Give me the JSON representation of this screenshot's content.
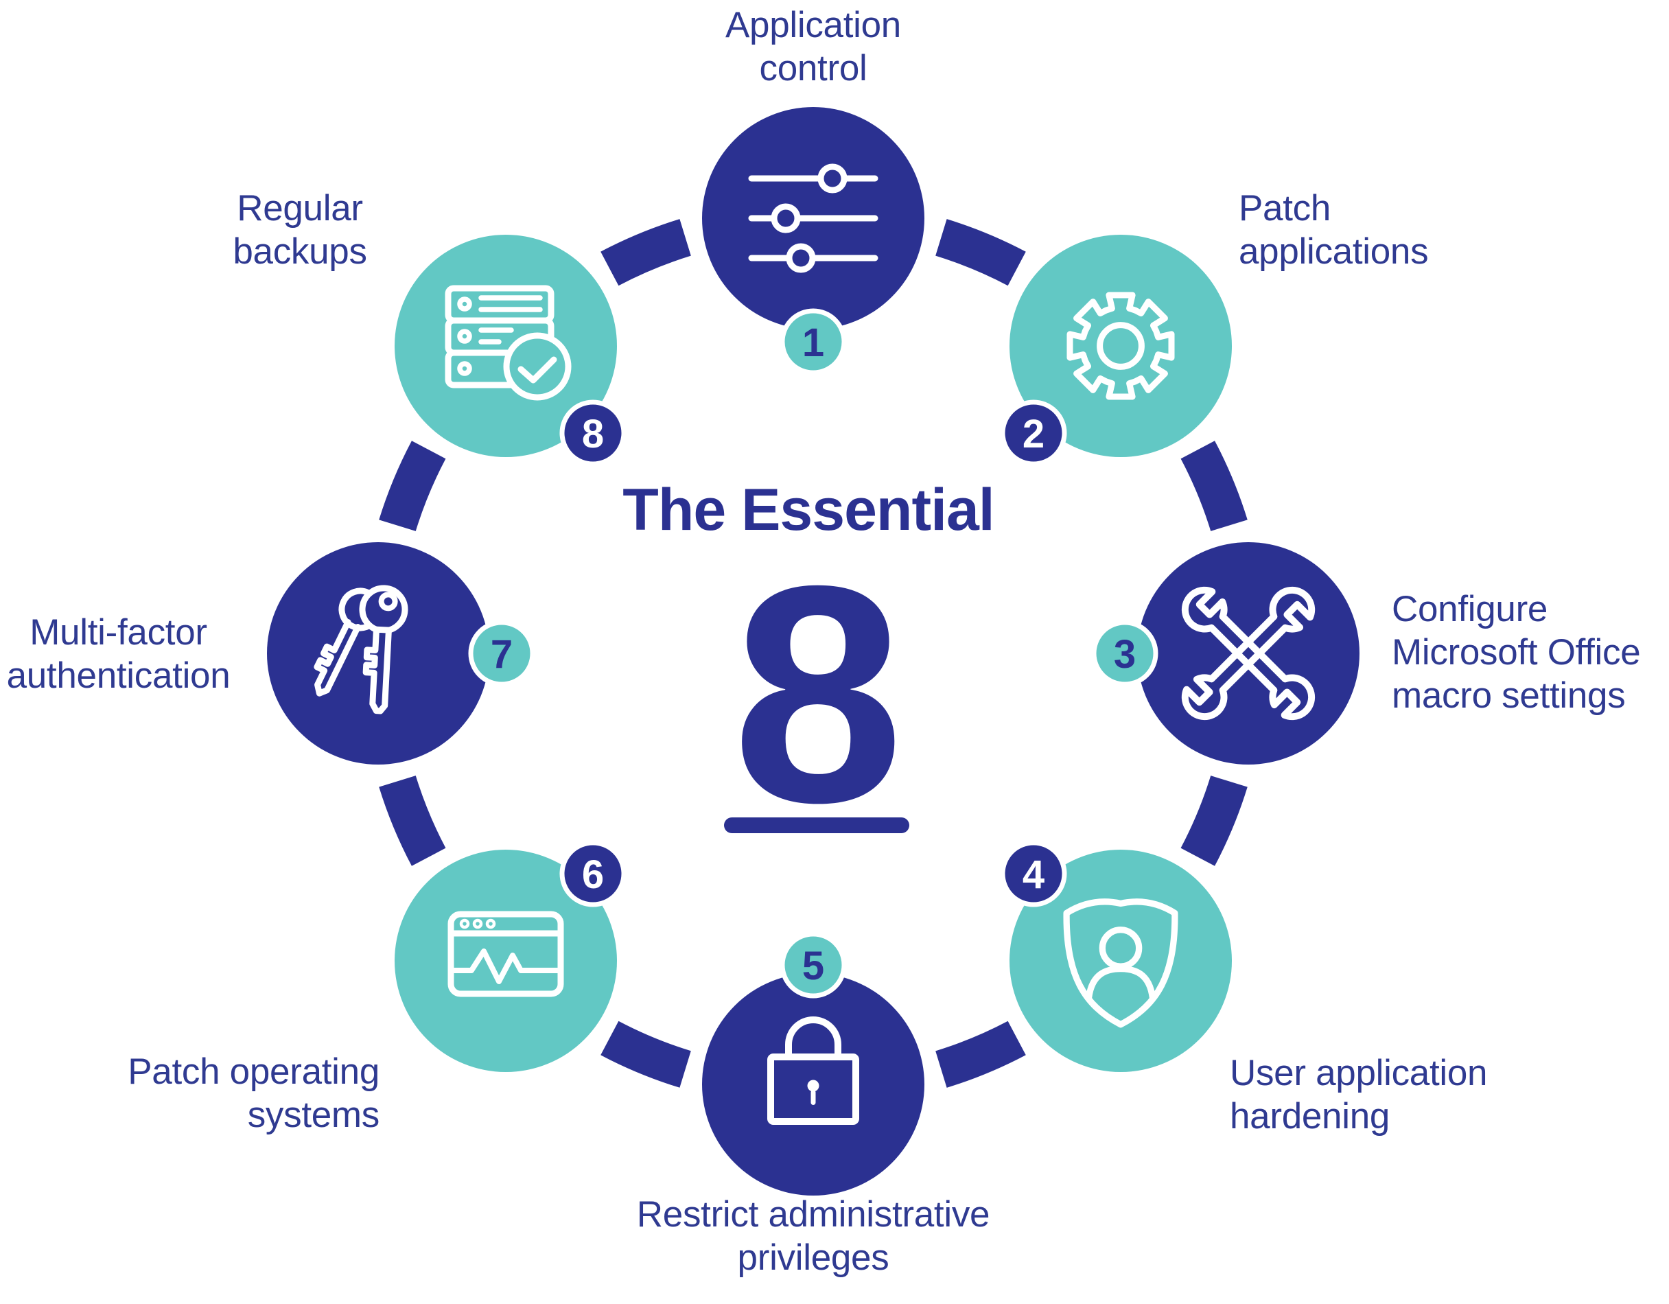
{
  "title": {
    "text": "The Essential",
    "number": "8"
  },
  "colors": {
    "navy": "#2b3191",
    "teal": "#62c8c4",
    "text_blue": "#2f3a91",
    "white": "#ffffff",
    "background": "#ffffff"
  },
  "items": [
    {
      "badge": "1",
      "label": "Application\ncontrol",
      "icon": "sliders-icon",
      "circle_color": "navy",
      "badge_color": "teal"
    },
    {
      "badge": "2",
      "label": "Patch\napplications",
      "icon": "gear-icon",
      "circle_color": "teal",
      "badge_color": "navy"
    },
    {
      "badge": "3",
      "label": "Configure\nMicrosoft Office\nmacro settings",
      "icon": "crossed-wrenches-icon",
      "circle_color": "navy",
      "badge_color": "teal"
    },
    {
      "badge": "4",
      "label": "User application\nhardening",
      "icon": "shield-user-icon",
      "circle_color": "teal",
      "badge_color": "navy"
    },
    {
      "badge": "5",
      "label": "Restrict administrative\nprivileges",
      "icon": "padlock-icon",
      "circle_color": "navy",
      "badge_color": "teal"
    },
    {
      "badge": "6",
      "label": "Patch operating\nsystems",
      "icon": "browser-pulse-icon",
      "circle_color": "teal",
      "badge_color": "navy"
    },
    {
      "badge": "7",
      "label": "Multi-factor\nauthentication",
      "icon": "keys-icon",
      "circle_color": "navy",
      "badge_color": "teal"
    },
    {
      "badge": "8",
      "label": "Regular\nbackups",
      "icon": "server-check-icon",
      "circle_color": "teal",
      "badge_color": "navy"
    }
  ]
}
